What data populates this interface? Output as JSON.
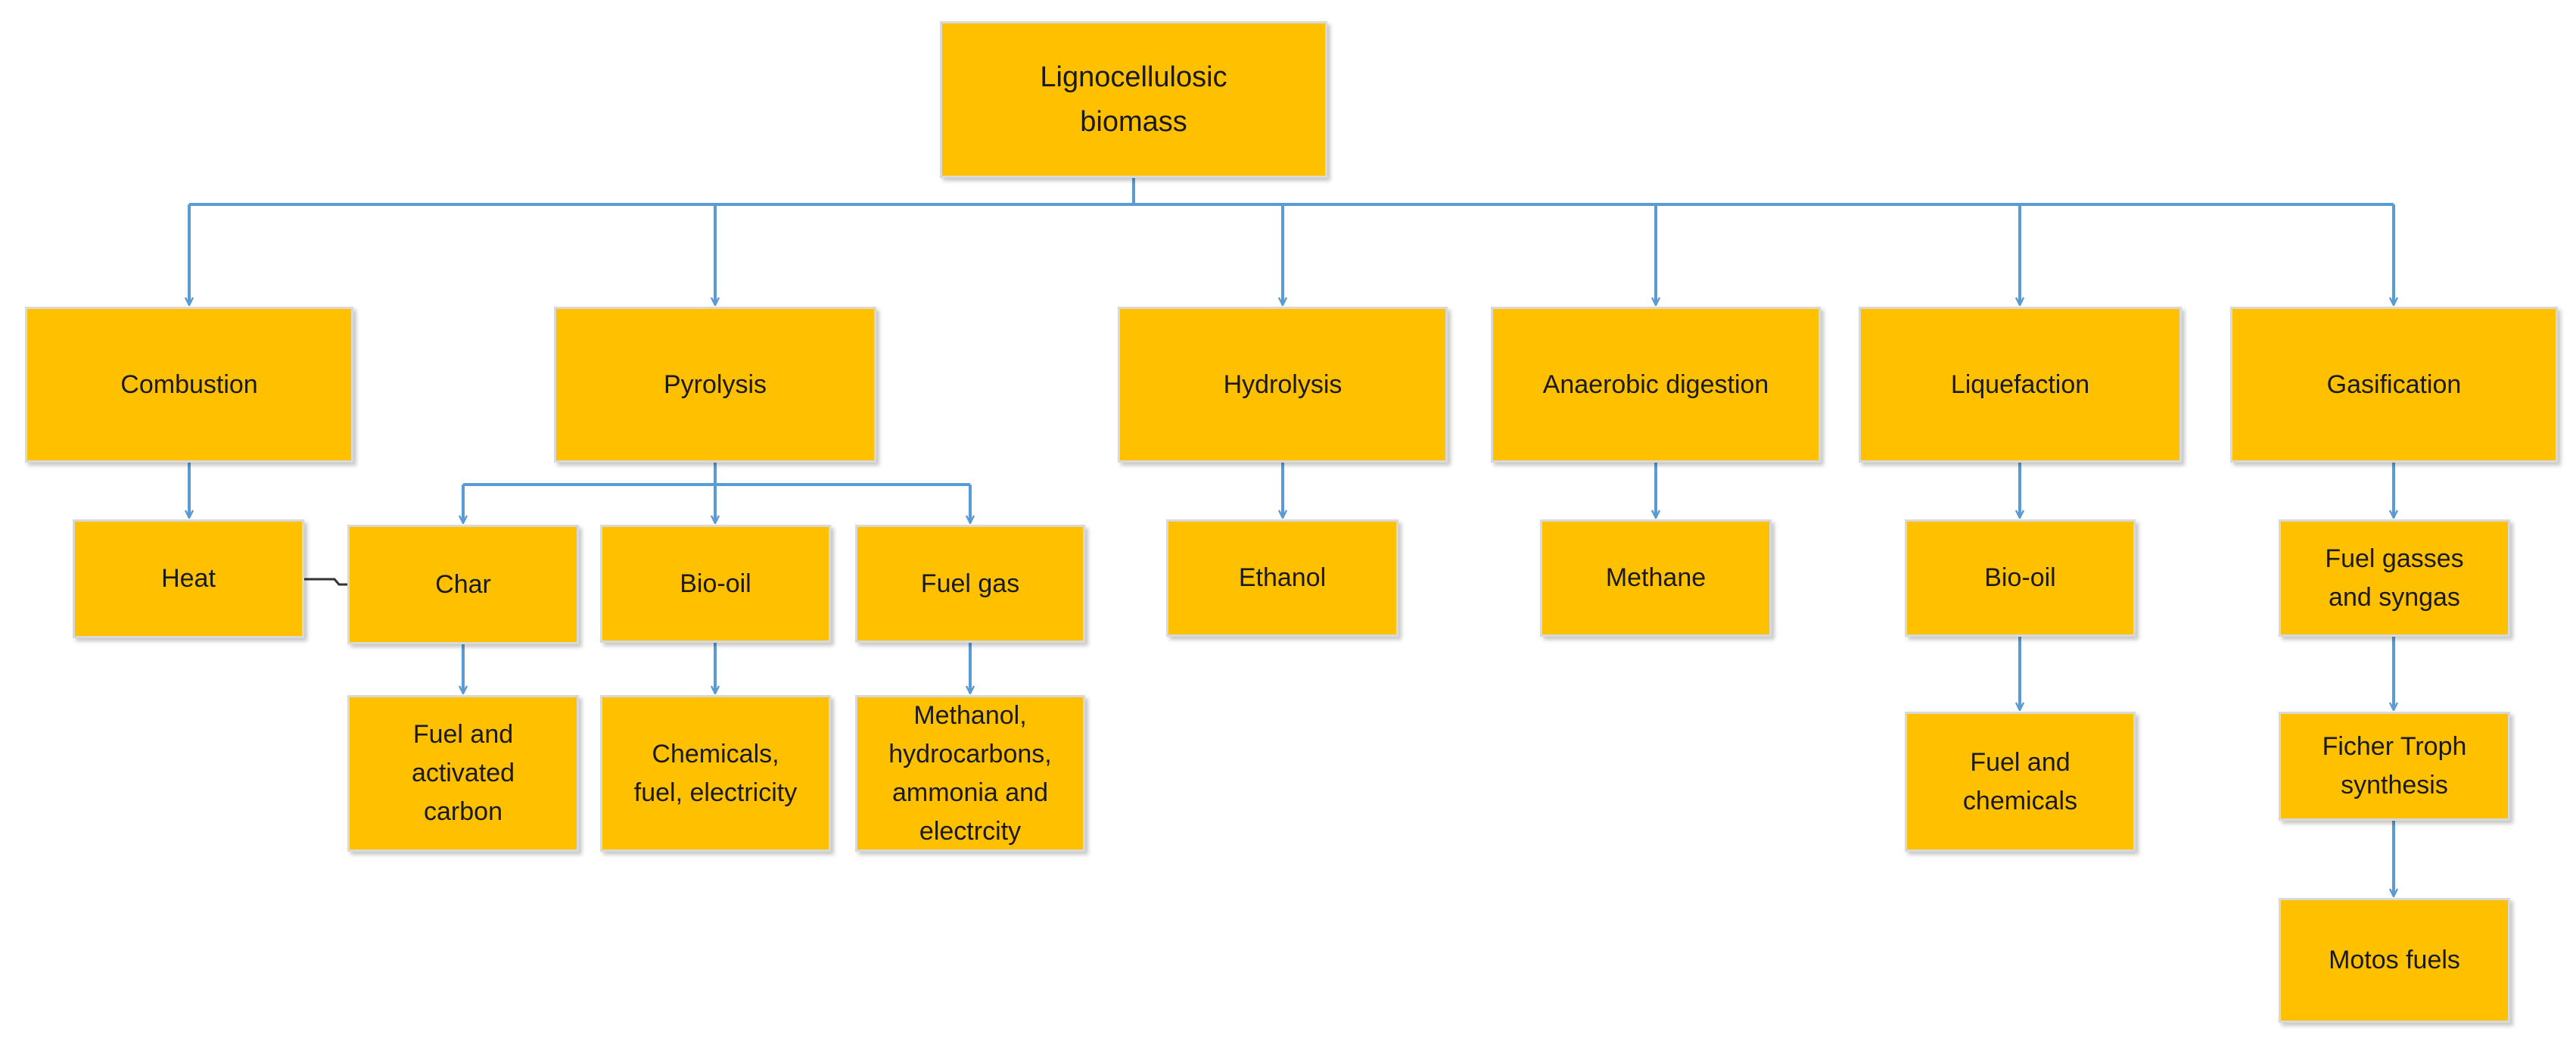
{
  "colors": {
    "box_fill": "#ffc000",
    "box_border": "#d9d9d9",
    "connector": "#5b9bd5",
    "text": "#1a1a1a"
  },
  "diagram": {
    "root": "Lignocellulosic\nbiomass",
    "processes": {
      "combustion": "Combustion",
      "pyrolysis": "Pyrolysis",
      "hydrolysis": "Hydrolysis",
      "anaerobic_digestion": "Anaerobic digestion",
      "liquefaction": "Liquefaction",
      "gasification": "Gasification"
    },
    "intermediates": {
      "heat": "Heat",
      "char": "Char",
      "bio_oil_pyrolysis": "Bio-oil",
      "fuel_gas": "Fuel gas",
      "ethanol": "Ethanol",
      "methane": "Methane",
      "bio_oil_liquefaction": "Bio-oil",
      "fuel_gasses_syngas": "Fuel gasses\nand syngas"
    },
    "products": {
      "fuel_activated_carbon": "Fuel and\nactivated\ncarbon",
      "chemicals_fuel_electricity": "Chemicals,\nfuel, electricity",
      "methanol_hydrocarbons": "Methanol,\nhydrocarbons,\nammonia and\nelectrcity",
      "fuel_and_chemicals": "Fuel and\nchemicals",
      "ficher_troph": "Ficher Troph\nsynthesis",
      "motos_fuels": "Motos fuels"
    }
  }
}
